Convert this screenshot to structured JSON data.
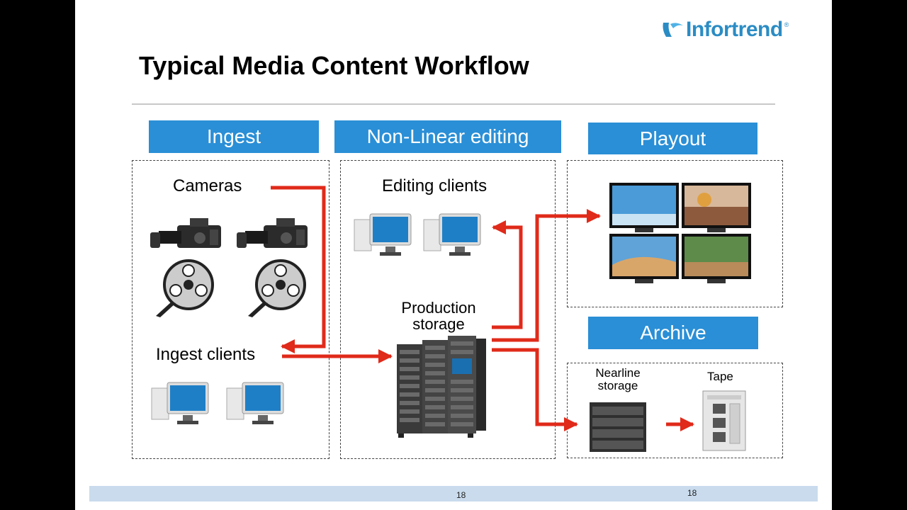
{
  "title": "Typical Media Content Workflow",
  "logo": {
    "text": "Infortrend",
    "reg": "®"
  },
  "sections": {
    "ingest": "Ingest",
    "nle": "Non-Linear editing",
    "playout": "Playout",
    "archive": "Archive"
  },
  "labels": {
    "cameras": "Cameras",
    "ingest_clients": "Ingest clients",
    "editing_clients": "Editing clients",
    "production_storage": "Production storage",
    "nearline_storage": "Nearline storage",
    "tape": "Tape"
  },
  "footer": {
    "page_left": "18",
    "page_right": "18"
  },
  "colors": {
    "header": "#2a8fd6",
    "arrow": "#e02a1a",
    "footer": "#c9dbed",
    "logo": "#2b8cc4"
  },
  "icons": [
    "video-camera-icon",
    "film-reel-icon",
    "desktop-computer-icon",
    "server-rack-icon",
    "tv-monitor-icon",
    "nearline-storage-icon",
    "tape-library-icon"
  ]
}
